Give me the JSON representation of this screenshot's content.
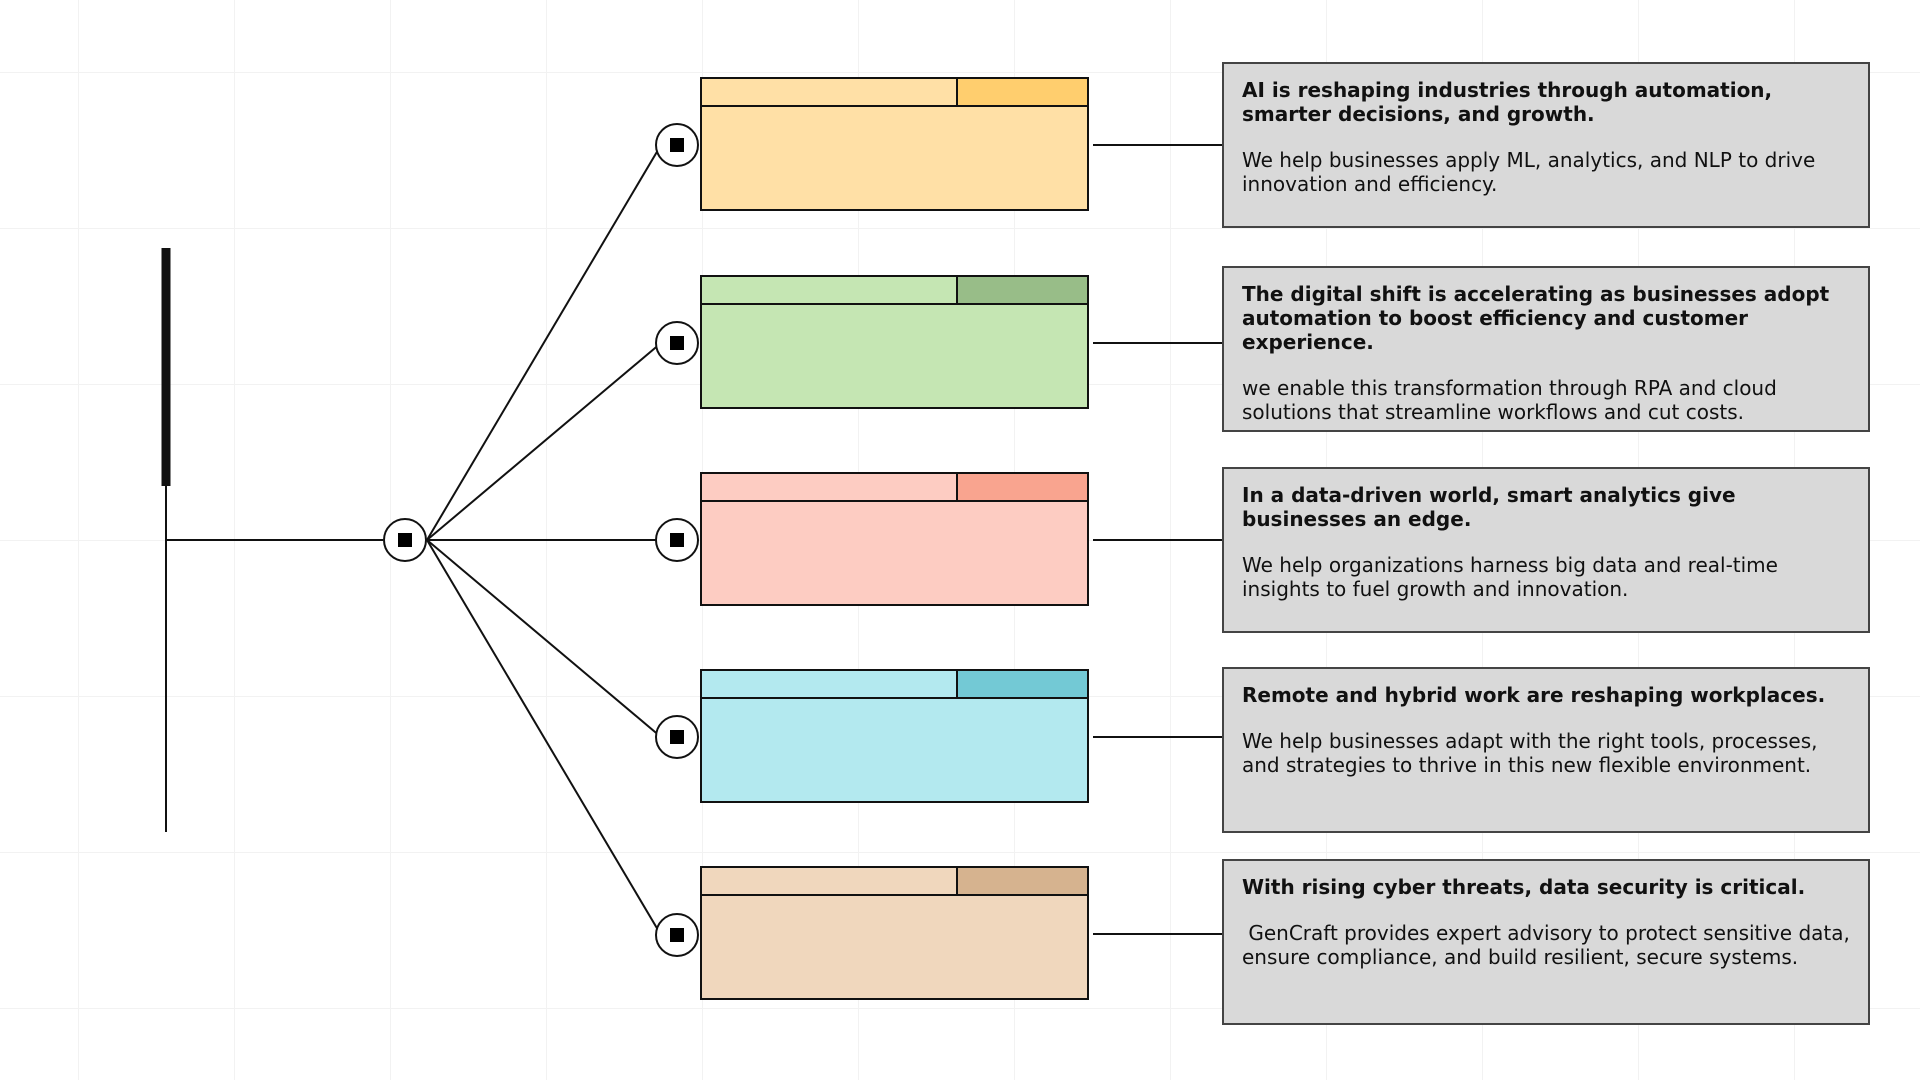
{
  "colors": {
    "line": "#111111",
    "textbox_bg": "#d9d9d9",
    "textbox_border": "#444444"
  },
  "branches": [
    {
      "headline": "AI is reshaping industries through automation, smarter decisions, and growth.",
      "body": "We help businesses apply ML, analytics, and NLP to drive innovation and efficiency.",
      "card_color": "#ffe0a6",
      "tab_light": "#ffe0a6",
      "tab_dark": "#ffce6e"
    },
    {
      "headline": "The digital shift is accelerating as businesses adopt automation to boost efficiency and customer experience.",
      "body": "we enable this transformation through RPA and cloud solutions that streamline workflows and cut costs.",
      "card_color": "#c5e6b3",
      "tab_light": "#c5e6b3",
      "tab_dark": "#98bd88"
    },
    {
      "headline": "In a data-driven world, smart analytics give businesses an edge.",
      "body": "We help organizations harness big data and real-time insights to fuel growth and innovation.",
      "card_color": "#fdccc2",
      "tab_light": "#fdccc2",
      "tab_dark": "#f9a48f"
    },
    {
      "headline": "Remote and hybrid work are reshaping workplaces.",
      "body": "We help businesses adapt with the right tools, processes, and strategies to thrive in this new flexible environment.",
      "card_color": "#b3e9ef",
      "tab_light": "#b3e9ef",
      "tab_dark": "#73c9d5"
    },
    {
      "headline": "With rising cyber threats, data security is critical.",
      "body": " GenCraft provides expert advisory to protect sensitive data, ensure compliance, and build resilient, secure systems.",
      "card_color": "#f0d7bd",
      "tab_light": "#f0d7bd",
      "tab_dark": "#d6b38f"
    }
  ]
}
